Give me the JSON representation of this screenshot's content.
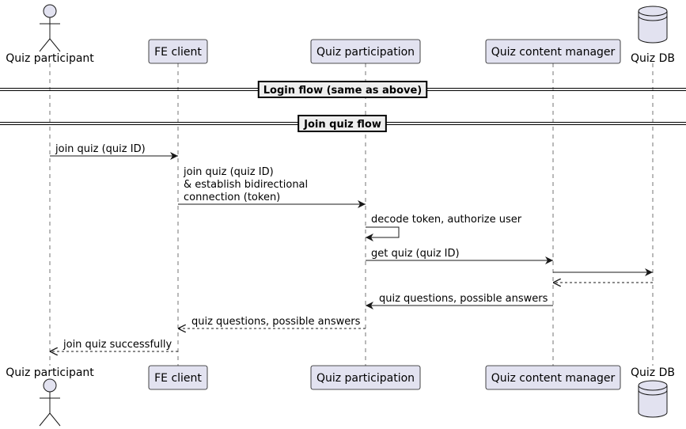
{
  "participants": [
    {
      "id": "participant",
      "kind": "actor",
      "label": "Quiz participant"
    },
    {
      "id": "fe",
      "kind": "box",
      "label": "FE client"
    },
    {
      "id": "qp",
      "kind": "box",
      "label": "Quiz participation"
    },
    {
      "id": "qcm",
      "kind": "box",
      "label": "Quiz content manager"
    },
    {
      "id": "db",
      "kind": "database",
      "label": "Quiz DB"
    }
  ],
  "dividers": [
    {
      "label": "Login flow (same as above)"
    },
    {
      "label": "Join quiz flow"
    }
  ],
  "messages": [
    {
      "from": "participant",
      "to": "fe",
      "style": "solid",
      "lines": [
        "join quiz (quiz ID)"
      ]
    },
    {
      "from": "fe",
      "to": "qp",
      "style": "solid",
      "lines": [
        "join quiz (quiz ID)",
        "& establish bidirectional",
        "connection (token)"
      ]
    },
    {
      "from": "qp",
      "to": "qp",
      "style": "self",
      "lines": [
        "decode token, authorize user"
      ]
    },
    {
      "from": "qp",
      "to": "qcm",
      "style": "solid",
      "lines": [
        "get quiz (quiz ID)"
      ]
    },
    {
      "from": "qcm",
      "to": "db",
      "style": "solid",
      "lines": []
    },
    {
      "from": "db",
      "to": "qcm",
      "style": "dashed",
      "lines": []
    },
    {
      "from": "qcm",
      "to": "qp",
      "style": "solid",
      "lines": [
        "quiz questions, possible answers"
      ]
    },
    {
      "from": "qp",
      "to": "fe",
      "style": "dashed",
      "lines": [
        "quiz questions, possible answers"
      ]
    },
    {
      "from": "fe",
      "to": "participant",
      "style": "dashed",
      "lines": [
        "join quiz successfully"
      ]
    }
  ],
  "colors": {
    "box_fill": "#e2e2f0",
    "box_stroke": "#181818",
    "lifeline": "#181818",
    "background": "#ffffff"
  }
}
